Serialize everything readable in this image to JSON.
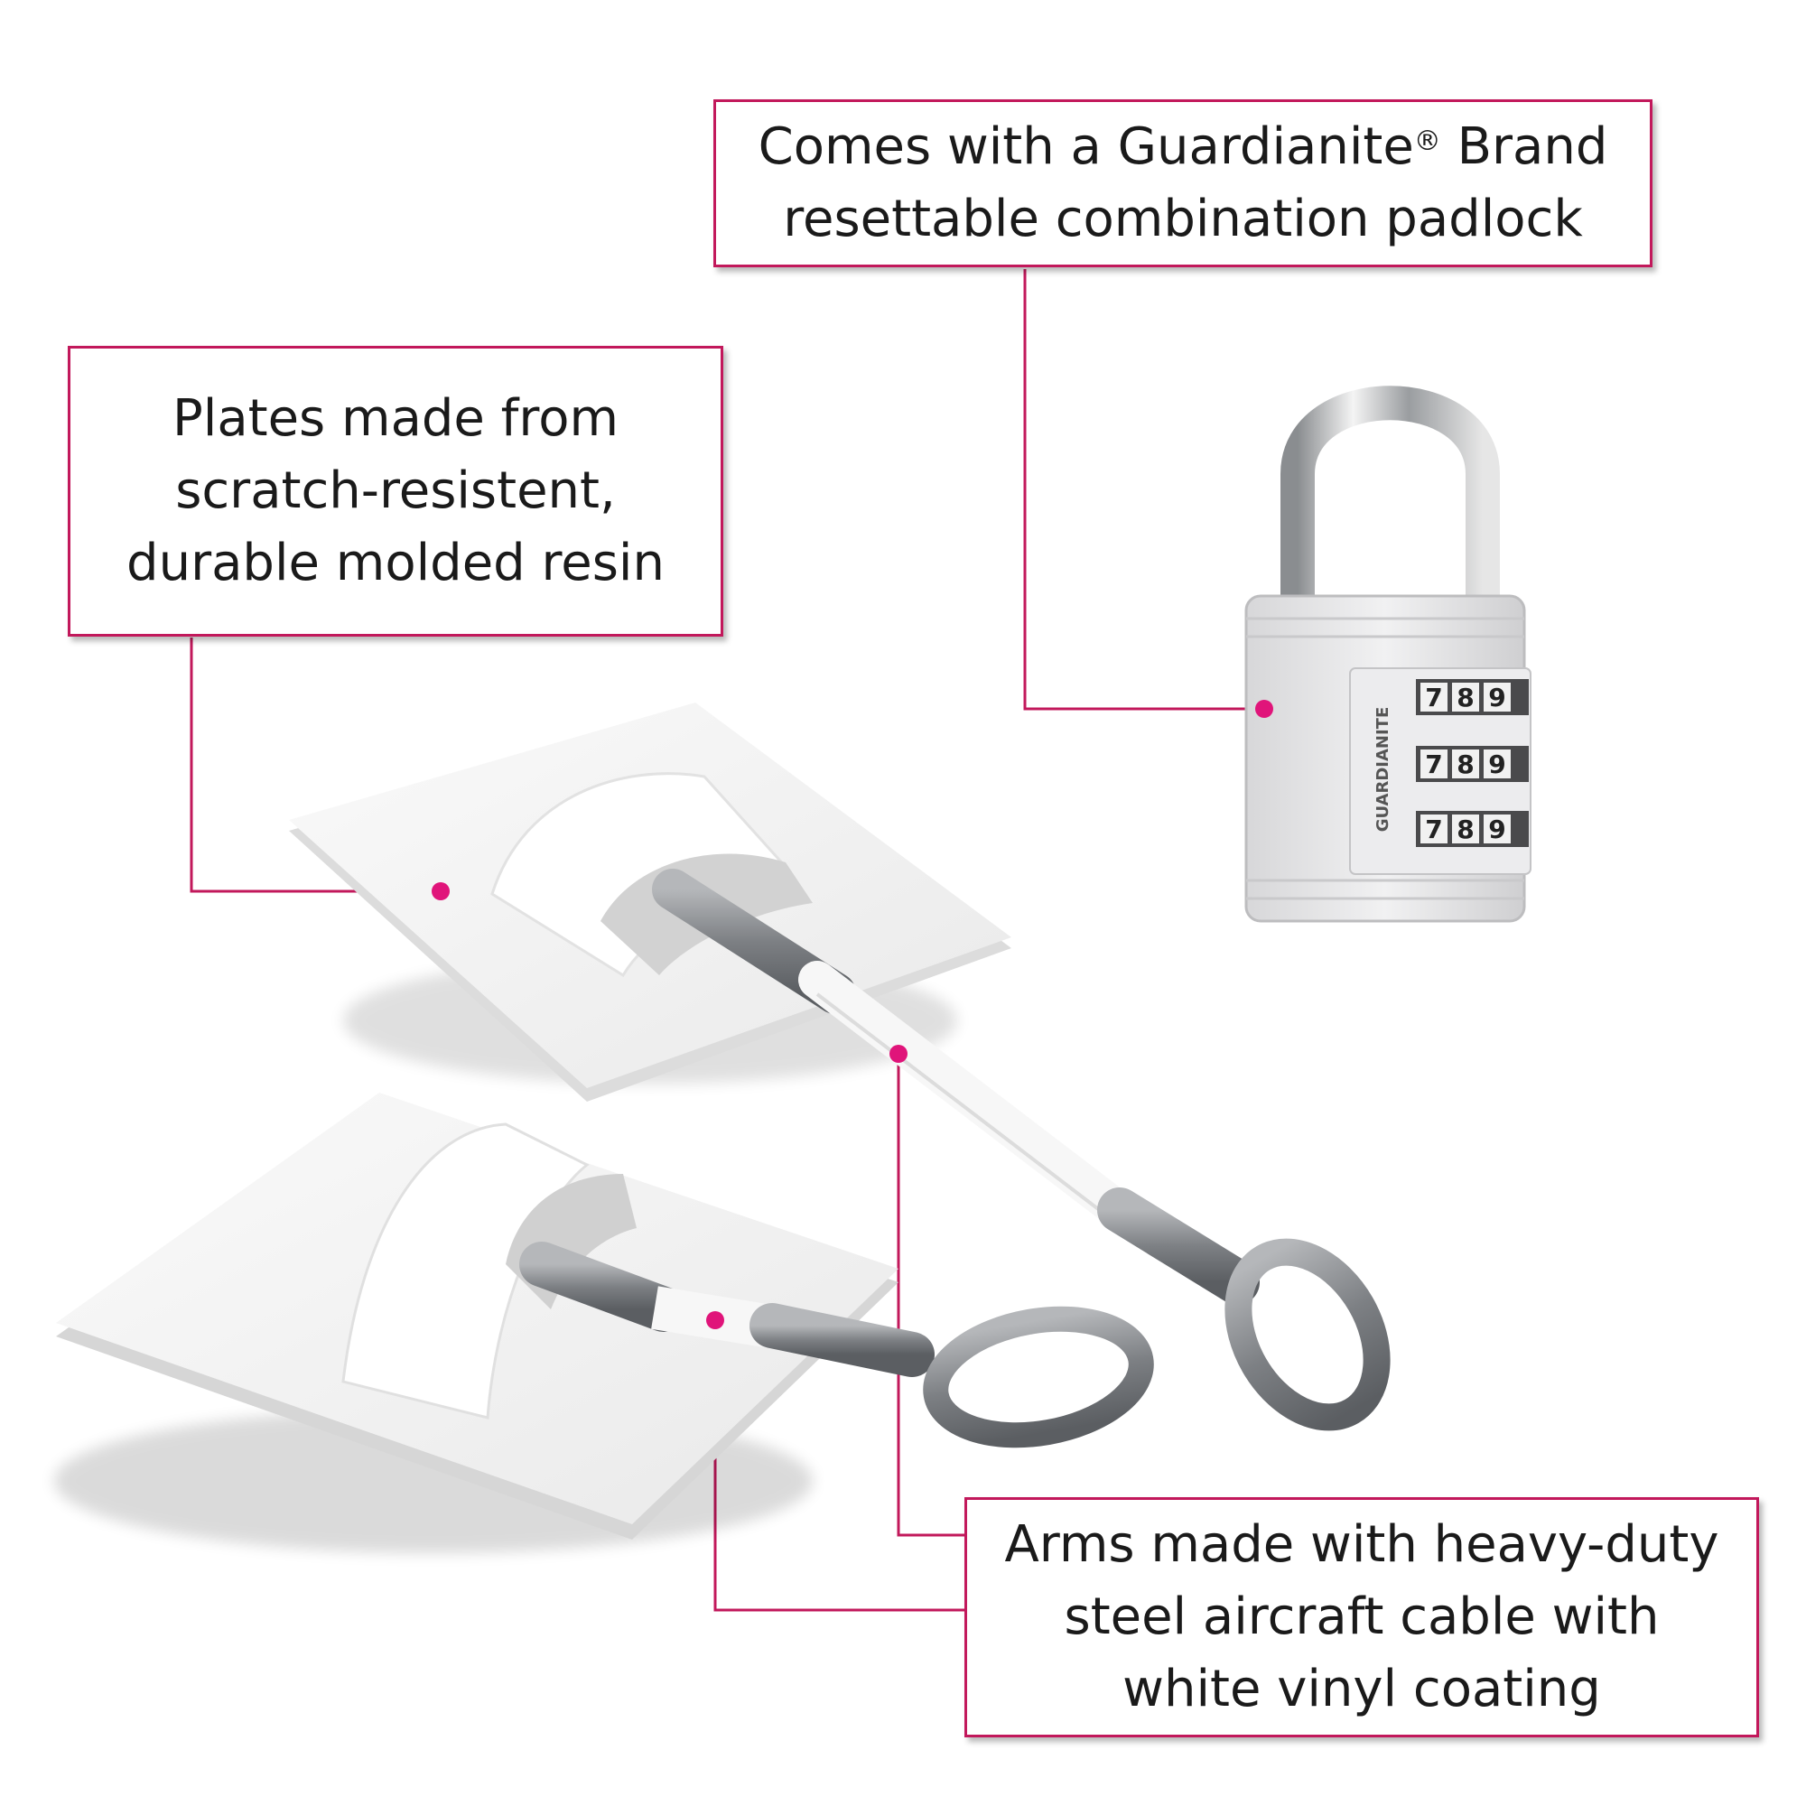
{
  "callouts": {
    "padlock": {
      "line1_prefix": "Comes with a  Guardianite",
      "line1_mark": "®",
      "line1_suffix": " Brand",
      "line2": "resettable combination padlock"
    },
    "plates": {
      "line1": "Plates made from",
      "line2": "scratch-resistent,",
      "line3": "durable molded resin"
    },
    "arms": {
      "line1": "Arms made with heavy-duty",
      "line2": "steel aircraft cable with",
      "line3": "white vinyl coating"
    }
  },
  "padlock": {
    "brand_label": "GUARDIANITE",
    "dial_digits": [
      "7",
      "8",
      "9"
    ]
  },
  "colors": {
    "accent": "#c2185b",
    "plate": "#f2f2f2",
    "metal": "#8d8f92"
  }
}
